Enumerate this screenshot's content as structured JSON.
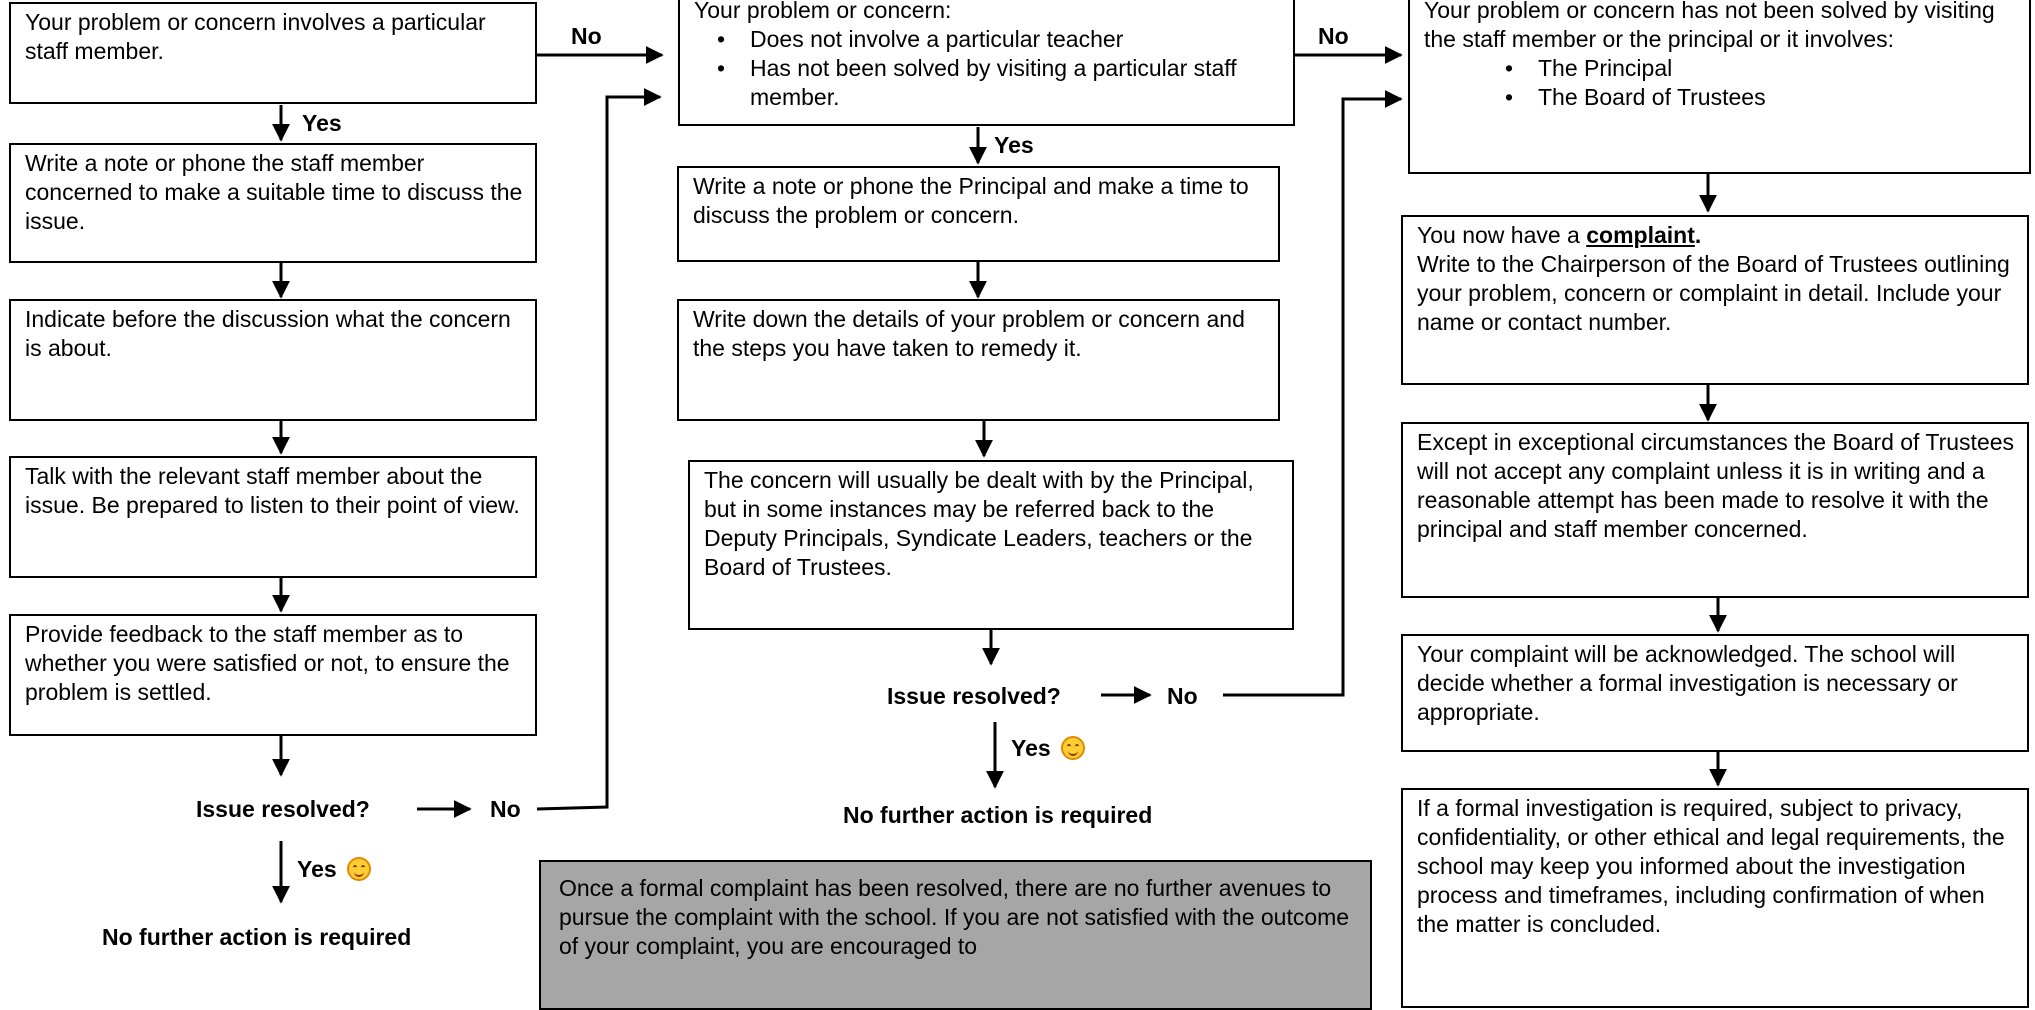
{
  "col1": {
    "box1": "Your problem or concern involves a particular staff member.",
    "yes1": "Yes",
    "box2": "Write a note or phone the staff member concerned to make a suitable time to discuss the issue.",
    "box3": "Indicate before the discussion what the concern is about.",
    "box4": "Talk with the relevant staff member about the issue. Be prepared to listen to their point of view.",
    "box5": "Provide feedback to the staff member as to whether you were satisfied or not, to ensure the problem is settled.",
    "issue": "Issue resolved?",
    "no": "No",
    "yes": "Yes",
    "result": "No further action is required"
  },
  "col2": {
    "top_no": "No",
    "box1_intro": "Your problem or concern:",
    "box1_bullets": [
      "Does not involve a particular teacher",
      "Has not been solved by visiting a particular staff member."
    ],
    "yes1": "Yes",
    "box2": "Write a note or phone the Principal and make a time to discuss the problem or concern.",
    "box3": "Write down the details of your problem or concern and the steps you have taken to remedy it.",
    "box4": "The concern will usually be dealt with by the Principal, but in some instances may be referred back to the Deputy Principals, Syndicate Leaders, teachers or the Board of Trustees.",
    "issue": "Issue resolved?",
    "no": "No",
    "yes": "Yes",
    "result": "No further action is required"
  },
  "col3": {
    "top_no": "No",
    "box1_intro": "Your problem or concern has not been solved by visiting the staff member or the principal or it involves:",
    "box1_bullets": [
      "The Principal",
      "The Board of Trustees"
    ],
    "box2_pre": "You now have a ",
    "box2_bold": "complaint",
    "box2_dot": ".",
    "box2_rest": "Write to the Chairperson of the Board of Trustees outlining your problem, concern or complaint in detail. Include your name or contact number.",
    "box3": "Except in exceptional circumstances the Board of Trustees will not accept any complaint unless it is in writing and a reasonable attempt has been made to resolve it with the principal and staff member concerned.",
    "box4": "Your complaint will be acknowledged.  The school will decide whether a formal investigation is necessary or appropriate.",
    "box5": "If a formal investigation is required, subject to privacy, confidentiality, or other ethical and legal requirements, the school may keep you informed about the investigation process and timeframes, including confirmation of when the matter is concluded."
  },
  "note": "Once a formal complaint has been resolved, there are no further avenues to pursue the complaint with the school.  If you are not satisfied with the outcome of your complaint, you are encouraged to"
}
